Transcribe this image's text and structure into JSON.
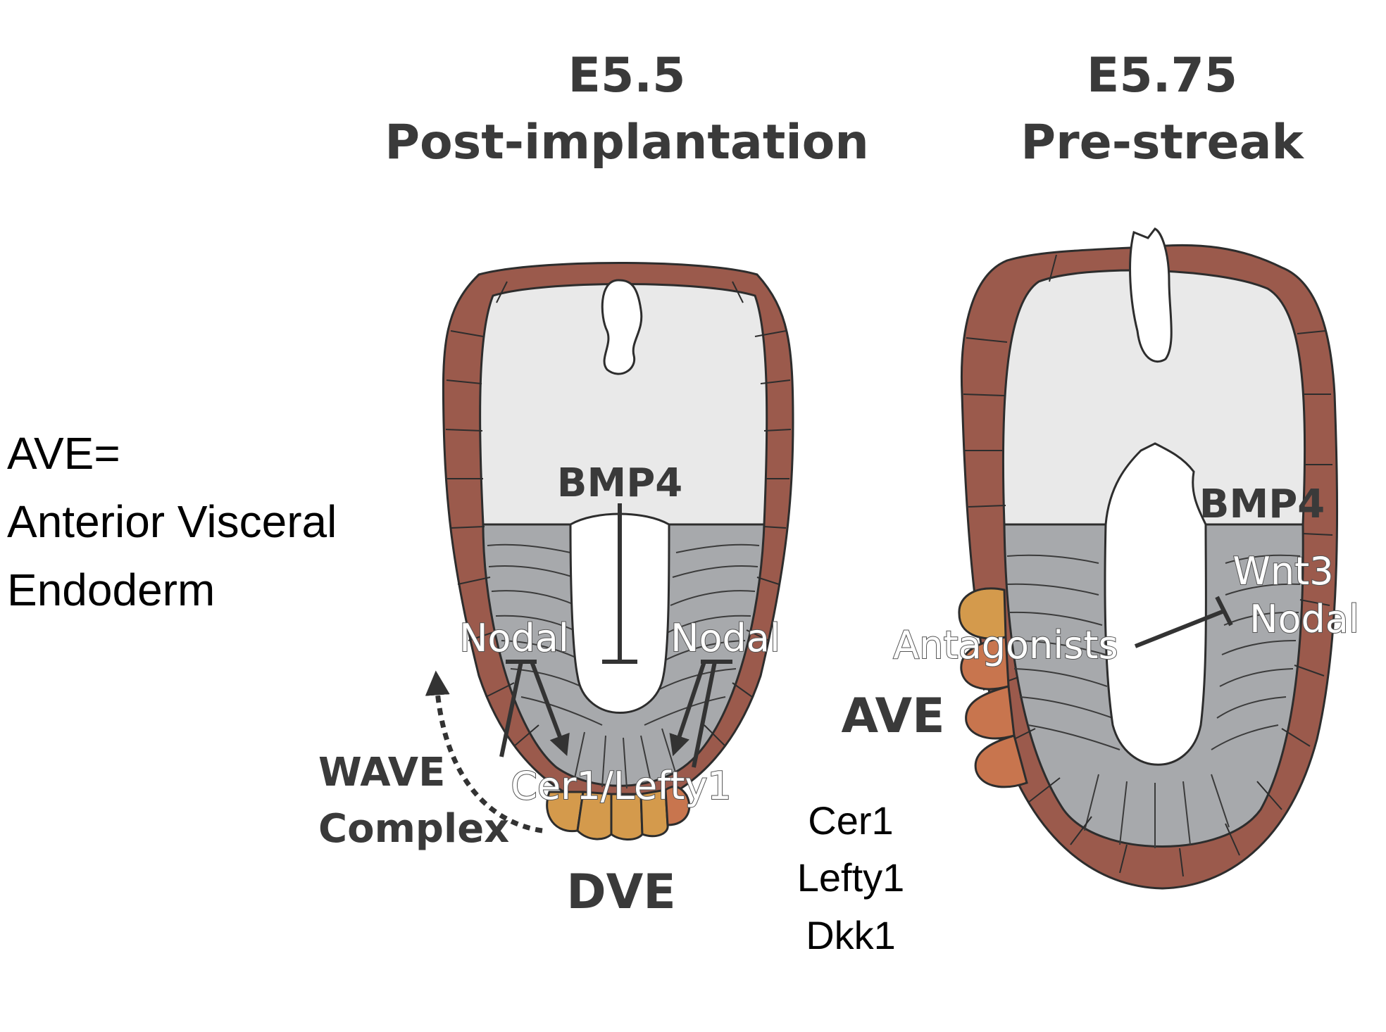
{
  "legend": {
    "line1": "AVE=",
    "line2": "Anterior Visceral",
    "line3": "Endoderm"
  },
  "stage_left": {
    "day": "E5.5",
    "name": "Post-implantation",
    "bmp_label": "BMP4",
    "nodal_left": "Nodal",
    "nodal_right": "Nodal",
    "target_label": "Cer1/Lefty1",
    "wave_line1": "WAVE",
    "wave_line2": "Complex",
    "dve_label": "DVE"
  },
  "stage_right": {
    "day": "E5.75",
    "name": "Pre-streak",
    "bmp_label": "BMP4",
    "wnt_label": "Wnt3",
    "nodal_label": "Nodal",
    "antagonists_label": "Antagonists",
    "ave_label": "AVE"
  },
  "gene_list": [
    "Cer1",
    "Lefty1",
    "Dkk1"
  ],
  "colors": {
    "visceral_endoderm": "#9b5a4c",
    "extraembryonic_ectoderm": "#e9e9e9",
    "epiblast": "#a7a9ac",
    "dve_orange": "#d49a4c",
    "ave_terracotta": "#c8754e",
    "outline": "#2d2d2d",
    "arrow": "#333333"
  }
}
